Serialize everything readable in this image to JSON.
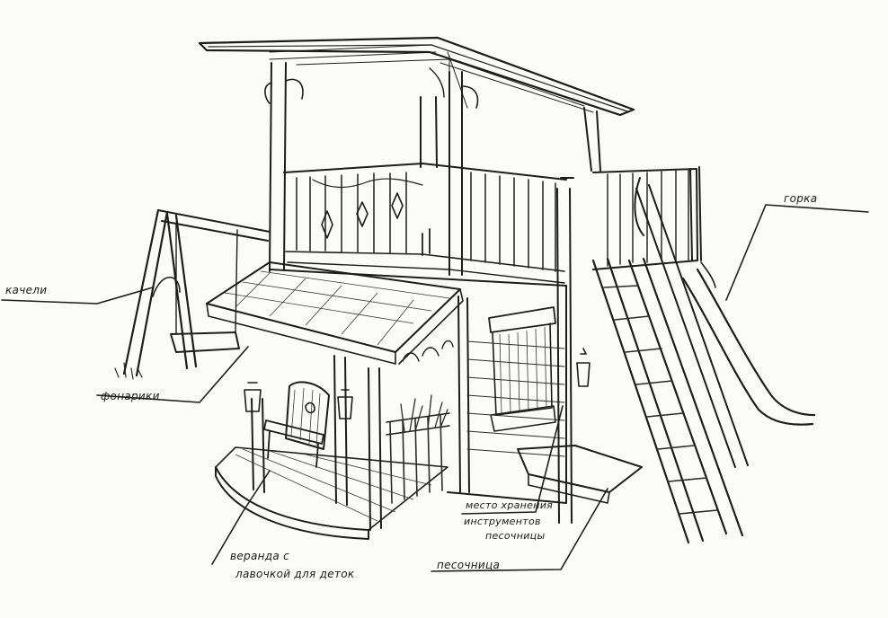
{
  "labels": {
    "swing": "качели",
    "lanterns": "фонарики",
    "veranda_line1": "веранда с",
    "veranda_line2": "лавочкой для деток",
    "storage_line1": "место хранения",
    "storage_line2": "инструментов",
    "storage_line3": "песочницы",
    "sandbox": "песочница",
    "slide": "горка"
  }
}
